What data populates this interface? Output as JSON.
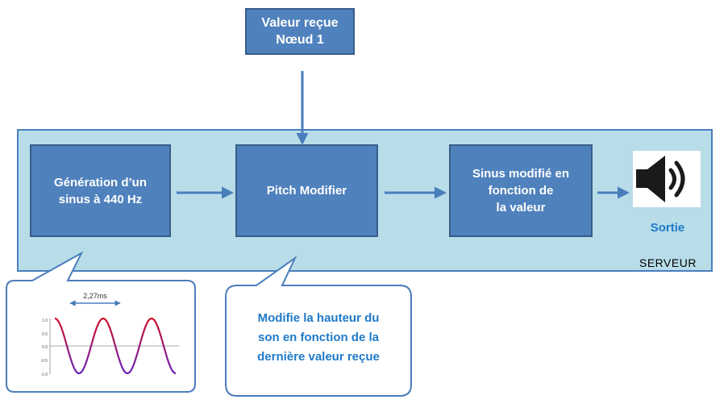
{
  "input_node": {
    "line1": "Valeur reçue",
    "line2": "Nœud 1"
  },
  "server": {
    "label": "SERVEUR",
    "blocks": [
      {
        "line1": "Génération d’un",
        "line2": "sinus  à 440 Hz"
      },
      {
        "line1": "Pitch Modifier"
      },
      {
        "line1": "Sinus modifié en",
        "line2": "fonction de",
        "line3": "la valeur"
      }
    ],
    "output": {
      "icon": "speaker-icon",
      "label": "Sortie"
    }
  },
  "callouts": {
    "sine_plot": {
      "period_label": "2,27ms",
      "y_ticks": [
        "1.0",
        "0.5",
        "0.0",
        "-0.5",
        "-1.0"
      ]
    },
    "pitch_note": {
      "line1": "Modifie la hauteur du",
      "line2": "son en fonction de la",
      "line3": "dernière  valeur reçue"
    }
  },
  "colors": {
    "block_fill": "#4f81bd",
    "block_border": "#385d8a",
    "panel_fill": "#b8dde9",
    "arrow": "#4a7ebb",
    "accent_text": "#1f7ac8"
  }
}
